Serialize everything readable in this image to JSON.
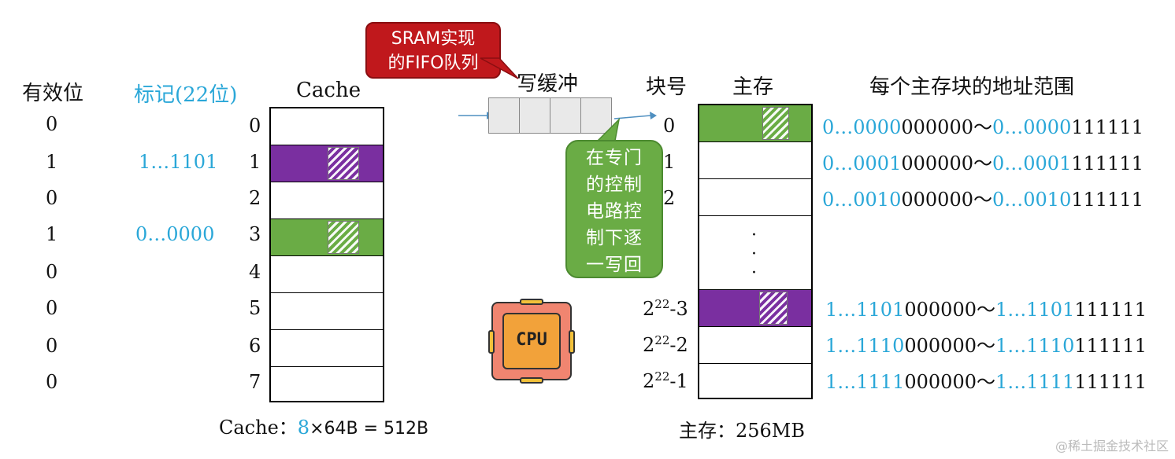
{
  "headers": {
    "valid": "有效位",
    "tag": "标记(22位)",
    "cache": "Cache",
    "write_buffer": "写缓冲",
    "block_no": "块号",
    "main_memory": "主存",
    "addr_range": "每个主存块的地址范围"
  },
  "callouts": {
    "sram_line1": "SRAM实现",
    "sram_line2": "的FIFO队列",
    "ctrl_line1": "在专门",
    "ctrl_line2": "的控制",
    "ctrl_line3": "电路控",
    "ctrl_line4": "制下逐",
    "ctrl_line5": "一写回"
  },
  "cache_rows": [
    {
      "index": "0",
      "valid": "0",
      "tag": ""
    },
    {
      "index": "1",
      "valid": "1",
      "tag": "1…1101"
    },
    {
      "index": "2",
      "valid": "0",
      "tag": ""
    },
    {
      "index": "3",
      "valid": "1",
      "tag": "0…0000"
    },
    {
      "index": "4",
      "valid": "0",
      "tag": ""
    },
    {
      "index": "5",
      "valid": "0",
      "tag": ""
    },
    {
      "index": "6",
      "valid": "0",
      "tag": ""
    },
    {
      "index": "7",
      "valid": "0",
      "tag": ""
    }
  ],
  "memory_blocks": [
    {
      "num": "0",
      "sup": "",
      "suffix": "",
      "a_blue": "0…0000",
      "a_black": "000000～",
      "b_blue": "0…0000",
      "b_black": "111111"
    },
    {
      "num": "1",
      "sup": "",
      "suffix": "",
      "a_blue": "0…0001",
      "a_black": "000000～",
      "b_blue": "0…0001",
      "b_black": "111111"
    },
    {
      "num": "2",
      "sup": "",
      "suffix": "",
      "a_blue": "0…0010",
      "a_black": "000000～",
      "b_blue": "0…0010",
      "b_black": "111111"
    },
    {
      "num": "2",
      "sup": "22",
      "suffix": "-3",
      "a_blue": "1…1101",
      "a_black": "000000～",
      "b_blue": "1…1101",
      "b_black": "111111"
    },
    {
      "num": "2",
      "sup": "22",
      "suffix": "-2",
      "a_blue": "1…1110",
      "a_black": "000000～",
      "b_blue": "1…1110",
      "b_black": "111111"
    },
    {
      "num": "2",
      "sup": "22",
      "suffix": "-1",
      "a_blue": "1…1111",
      "a_black": "000000～",
      "b_blue": "1…1111",
      "b_black": "111111"
    }
  ],
  "ellipsis": "·",
  "cpu_label": "CPU",
  "captions": {
    "cache_prefix": "Cache：",
    "cache_lines": "8",
    "cache_rest": "×64B = 512B",
    "memory": "主存：256MB"
  },
  "watermark": "@稀土掘金技术社区",
  "colors": {
    "purple": "#7a2fa0",
    "green": "#6aac45",
    "blue_text": "#2aa7d8",
    "red_callout": "#c0181c",
    "cpu_body": "#f2a23a",
    "cpu_frame": "#f08570"
  }
}
